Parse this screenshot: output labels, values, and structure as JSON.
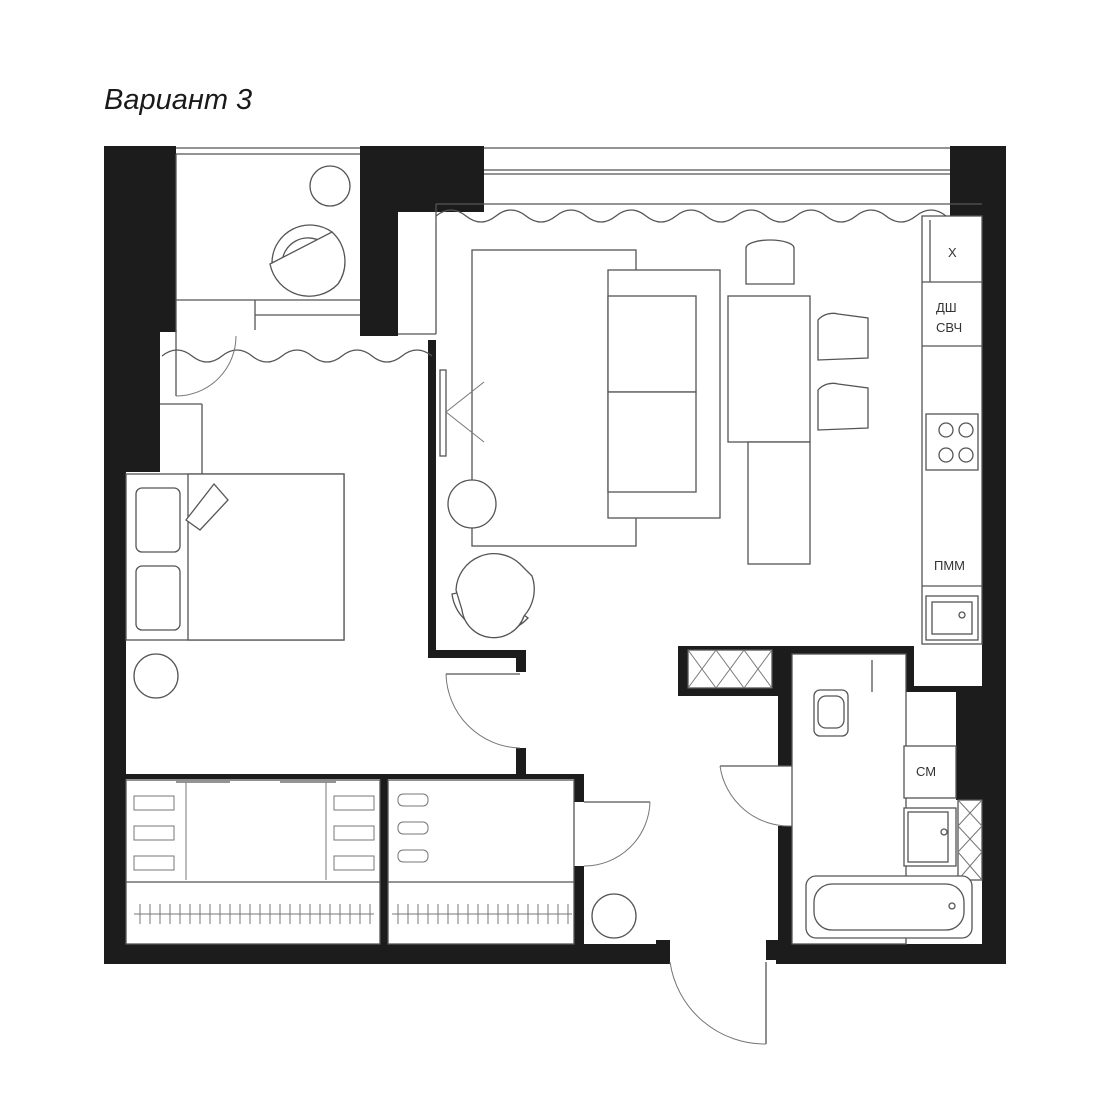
{
  "title": "Вариант 3",
  "labels": {
    "fridge": "Х",
    "dishwasher": "ДШ",
    "microwave": "СВЧ",
    "dishwasher2": "ПММ",
    "washer": "СМ"
  },
  "colors": {
    "wall": "#1c1c1c",
    "line": "#555555",
    "background": "#ffffff"
  }
}
